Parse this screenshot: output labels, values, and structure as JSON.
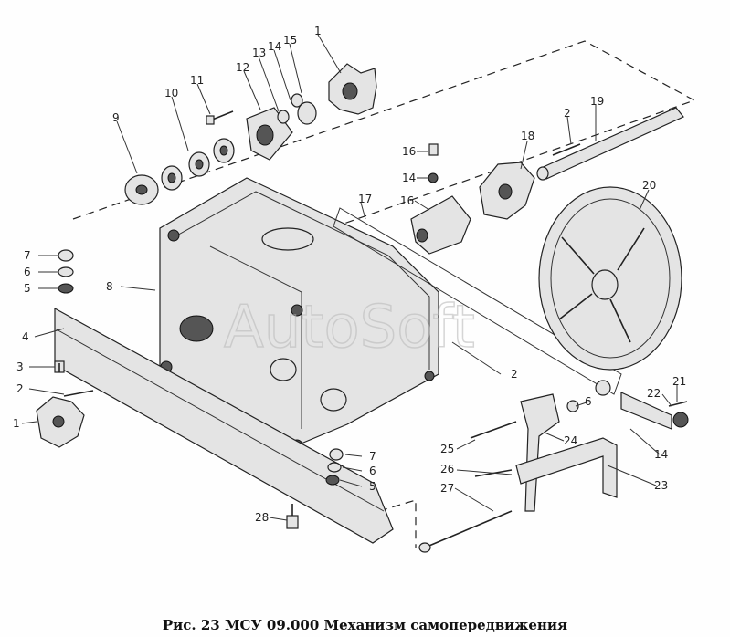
{
  "caption": "Рис. 23   МСУ 09.000   Механизм самопередвижения",
  "watermark": "AutoSoft",
  "callouts": {
    "c1_top": "1",
    "c2_top": "2",
    "c19": "19",
    "c15_top": "15",
    "c14_top": "14",
    "c13": "13",
    "c12": "12",
    "c11": "11",
    "c10": "10",
    "c9": "9",
    "c16_small": "16",
    "c14_mid": "14",
    "c16_hub": "16",
    "c18": "18",
    "c17": "17",
    "c20": "20",
    "c7_left": "7",
    "c6_left": "6",
    "c5_left": "5",
    "c8": "8",
    "c4": "4",
    "c3": "3",
    "c2_left": "2",
    "c1_left": "1",
    "c2_mid": "2",
    "c21": "21",
    "c22": "22",
    "c6_right": "6",
    "c14_right": "14",
    "c24": "24",
    "c25": "25",
    "c23": "23",
    "c26": "26",
    "c27": "27",
    "c7_bot": "7",
    "c6_bot": "6",
    "c5_bot": "5",
    "c28": "28"
  }
}
